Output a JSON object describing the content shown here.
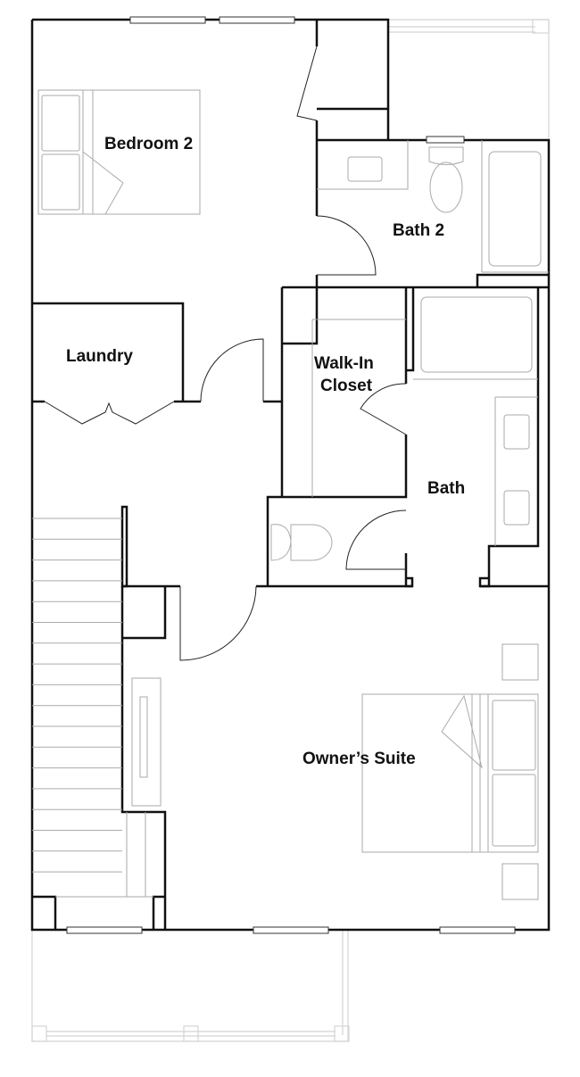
{
  "floor_plan": {
    "rooms": {
      "bedroom2": "Bedroom 2",
      "bath2": "Bath 2",
      "laundry": "Laundry",
      "walk_in_closet_line1": "Walk-In",
      "walk_in_closet_line2": "Closet",
      "bath": "Bath",
      "owners_suite": "Owner’s Suite"
    },
    "colors": {
      "walls": "#111111",
      "fixtures": "#aaaaaa",
      "porch": "#d4d4d4"
    }
  }
}
